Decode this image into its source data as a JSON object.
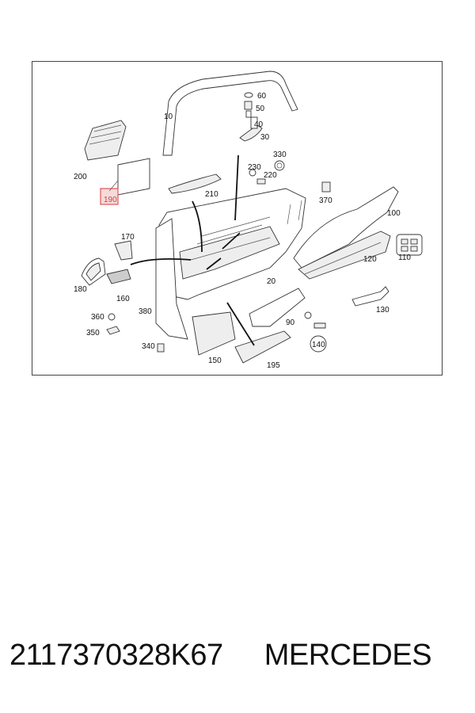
{
  "part_number": "2117370328K67",
  "brand": "MERCEDES",
  "highlight_color": "#e25555",
  "callouts": {
    "c10": "10",
    "c20": "20",
    "c30": "30",
    "c40": "40",
    "c50": "50",
    "c60": "60",
    "c90": "90",
    "c100": "100",
    "c110": "110",
    "c120": "120",
    "c130": "130",
    "c140": "140",
    "c150": "150",
    "c160": "160",
    "c170": "170",
    "c180": "180",
    "c190": "190",
    "c195": "195",
    "c200": "200",
    "c210": "210",
    "c220": "220",
    "c230": "230",
    "c330": "330",
    "c340": "340",
    "c350": "350",
    "c360": "360",
    "c370": "370",
    "c380": "380"
  }
}
